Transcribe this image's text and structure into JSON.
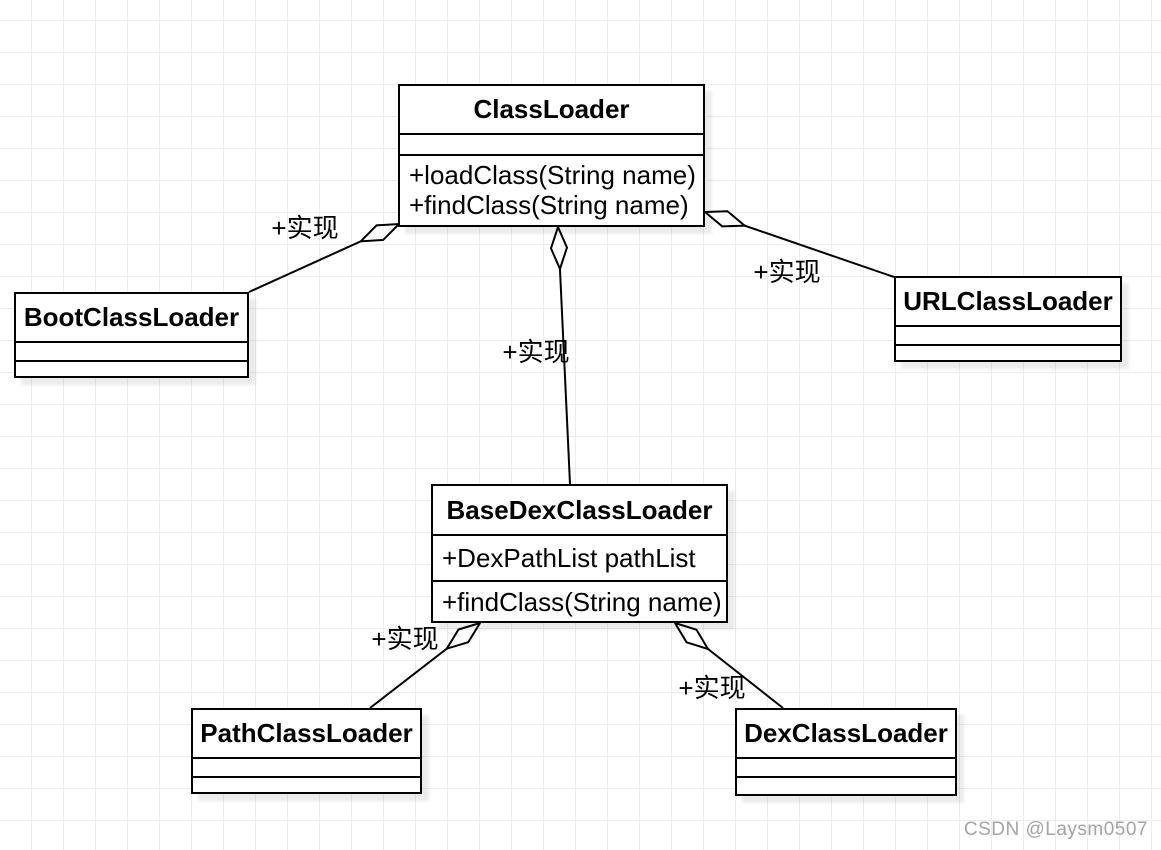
{
  "diagram": {
    "classes": {
      "classloader": {
        "name": "ClassLoader",
        "attributes": [],
        "methods": [
          "+loadClass(String name)",
          "+findClass(String name)"
        ]
      },
      "bootclassloader": {
        "name": "BootClassLoader",
        "attributes": [],
        "methods": []
      },
      "urlclassloader": {
        "name": "URLClassLoader",
        "attributes": [],
        "methods": []
      },
      "basedexclassloader": {
        "name": "BaseDexClassLoader",
        "attributes": [
          "+DexPathList pathList"
        ],
        "methods": [
          "+findClass(String name)"
        ]
      },
      "pathclassloader": {
        "name": "PathClassLoader",
        "attributes": [],
        "methods": []
      },
      "dexclassloader": {
        "name": "DexClassLoader",
        "attributes": [],
        "methods": []
      }
    },
    "edges": [
      {
        "from": "BootClassLoader",
        "to": "ClassLoader",
        "label": "+实现"
      },
      {
        "from": "URLClassLoader",
        "to": "ClassLoader",
        "label": "+实现"
      },
      {
        "from": "BaseDexClassLoader",
        "to": "ClassLoader",
        "label": "+实现"
      },
      {
        "from": "PathClassLoader",
        "to": "BaseDexClassLoader",
        "label": "+实现"
      },
      {
        "from": "DexClassLoader",
        "to": "BaseDexClassLoader",
        "label": "+实现"
      }
    ]
  },
  "watermark": "CSDN @Laysm0507",
  "colors": {
    "line": "#000000",
    "box_fill": "#ffffff",
    "grid_line": "#ececec",
    "watermark_text": "#a4a4a4"
  }
}
